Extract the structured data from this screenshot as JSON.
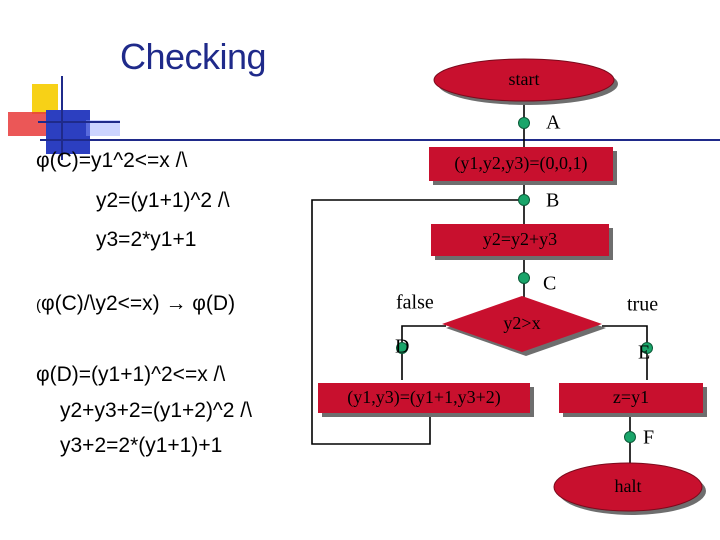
{
  "slide": {
    "title": "Checking",
    "formula_c": {
      "line1": "φ(C)=y1^2<=x /\\",
      "line2": "y2=(y1+1)^2 /\\",
      "line3": "y3=2*y1+1"
    },
    "implication": {
      "open_paren": "(",
      "text": "φ(C)/\\y2<=x) → φ(D)"
    },
    "formula_d": {
      "line1": "φ(D)=(y1+1)^2<=x /\\",
      "line2": "y2+y3+2=(y1+2)^2 /\\",
      "line3": "y3+2=2*(y1+1)+1"
    }
  },
  "flowchart": {
    "start_label": "start",
    "init_assign": "(y1,y2,y3)=(0,0,1)",
    "update_y2": "y2=y2+y3",
    "test": "y2>x",
    "loop_assign": "(y1,y3)=(y1+1,y3+2)",
    "result_assign": "z=y1",
    "halt_label": "halt",
    "branch_false": "false",
    "branch_true": "true",
    "points": {
      "a": "A",
      "b": "B",
      "c": "C",
      "d": "D",
      "e": "E",
      "f": "F"
    }
  },
  "colors": {
    "title": "#1f2a8a",
    "node_fill": "#c8102e",
    "node_shadow": "#6e6e6e",
    "point_fill": "#1aa56a",
    "edge": "#000000",
    "logo_yellow": "#f7d117",
    "logo_red": "#e83a3a",
    "logo_blue": "#2c3fc0"
  }
}
